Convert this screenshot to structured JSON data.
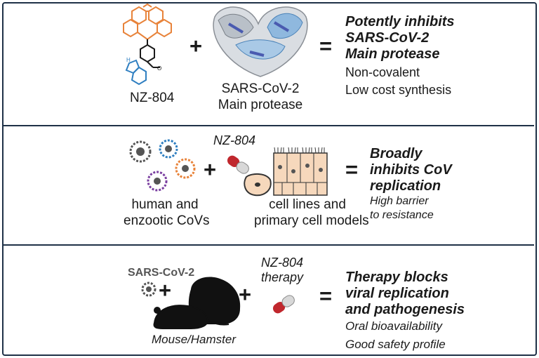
{
  "panel1": {
    "compound_label": "NZ-804",
    "protein_label_1": "SARS-CoV-2",
    "protein_label_2": "Main protease",
    "plus": "+",
    "equals": "=",
    "outcome_bold": [
      "Potently inhibits",
      "SARS-CoV-2",
      "Main protease"
    ],
    "outcome_plain": [
      "Non-covalent",
      "Low cost synthesis"
    ]
  },
  "panel2": {
    "drug_label": "NZ-804",
    "viruses_label_1": "human and",
    "viruses_label_2": "enzootic CoVs",
    "cells_label_1": "cell lines and",
    "cells_label_2": "primary cell models",
    "plus": "+",
    "equals": "=",
    "outcome_bold": [
      "Broadly",
      "inhibits CoV",
      "replication"
    ],
    "outcome_italic": [
      "High barrier",
      "to resistance"
    ]
  },
  "panel3": {
    "virus_label": "SARS-CoV-2",
    "drug_label_1": "NZ-804",
    "drug_label_2": "therapy",
    "animal_label": "Mouse/Hamster",
    "plus": "+",
    "equals": "=",
    "outcome_bold": [
      "Therapy blocks",
      "viral replication",
      "and pathogenesis"
    ],
    "outcome_italic": [
      "Oral bioavailability",
      "Good safety profile"
    ]
  },
  "colors": {
    "frame": "#1f3147",
    "molecule_orange": "#e8833a",
    "molecule_blue": "#2f7fc1",
    "capsule_red": "#c0272d",
    "capsule_grey": "#d8d8d8",
    "cell": "#f6d8bc"
  }
}
